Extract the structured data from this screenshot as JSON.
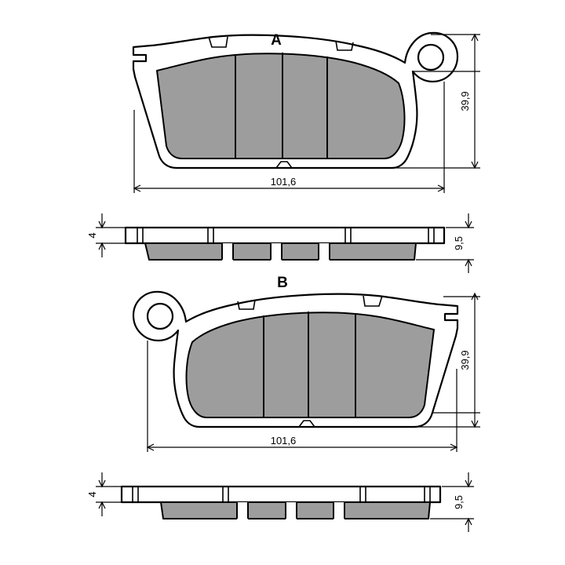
{
  "diagram": {
    "title_a": "A",
    "title_b": "B",
    "views": [
      {
        "id": "a-top",
        "label": "A",
        "width_dim": "101,6",
        "height_dim": "39,9"
      },
      {
        "id": "a-side",
        "thickness_dim": "4",
        "total_height_dim": "9,5"
      },
      {
        "id": "b-top",
        "label": "B",
        "width_dim": "101,6",
        "height_dim": "39,9"
      },
      {
        "id": "b-side",
        "thickness_dim": "4",
        "total_height_dim": "9,5"
      }
    ],
    "colors": {
      "friction_material": "#9d9d9d",
      "outline": "#000000",
      "background": "#ffffff"
    },
    "dimensions": {
      "a_length": "101,6",
      "a_height": "39,9",
      "a_backplate_thickness": "4",
      "a_total_thickness": "9,5",
      "b_length": "101,6",
      "b_height": "39,9",
      "b_backplate_thickness": "4",
      "b_total_thickness": "9,5"
    }
  }
}
